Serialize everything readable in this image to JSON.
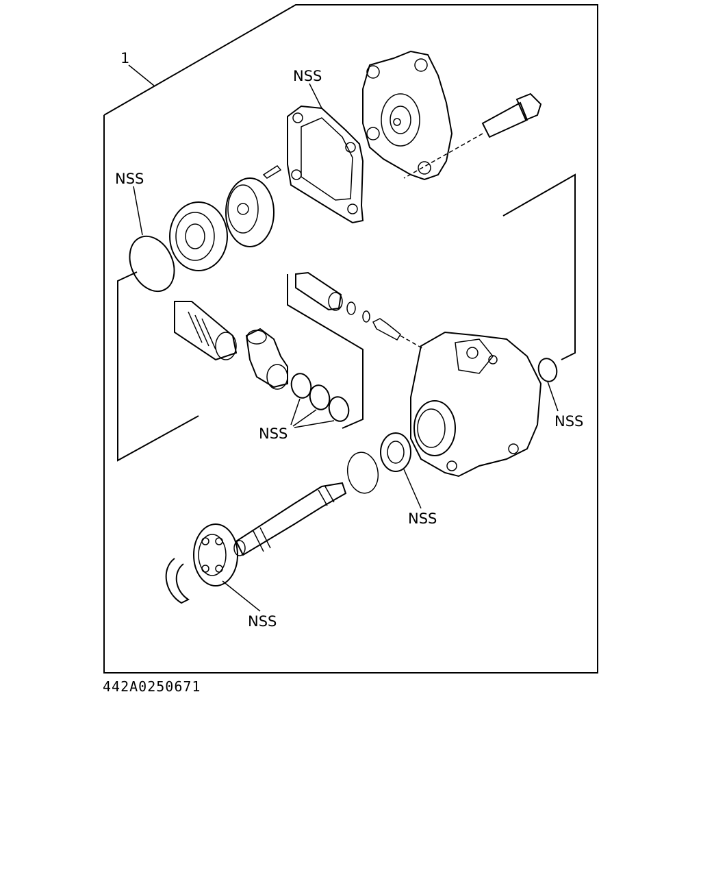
{
  "labels": {
    "callout_1": "1",
    "nss_gasket": "NSS",
    "nss_oring_left": "NSS",
    "nss_oring_right": "NSS",
    "nss_three_orings": "NSS",
    "nss_seal": "NSS",
    "nss_bearing": "NSS"
  },
  "caption": "442A0250671"
}
